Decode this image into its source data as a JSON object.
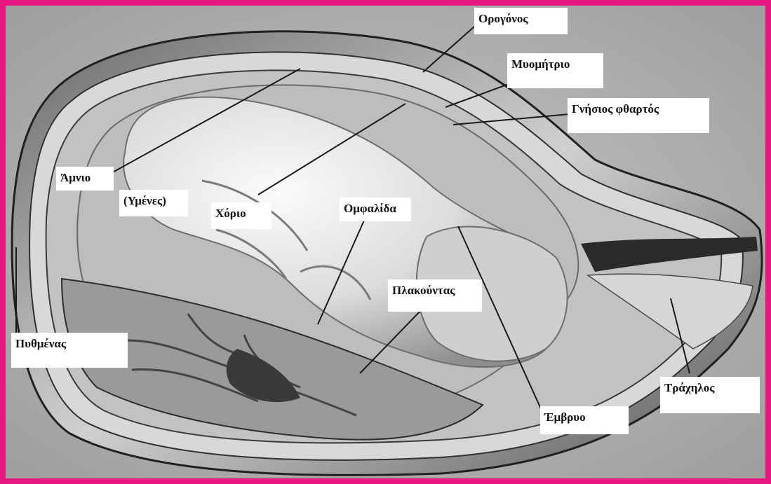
{
  "diagram": {
    "frame_color": "#e8177f",
    "labels": {
      "orogonos": "Ορογόνος",
      "myometrio": "Μυομήτριο",
      "gnisios_ftharto": "Γνήσιος φθαρτός",
      "amnio": "Άμνιο",
      "ymenes": "(Υμένες)",
      "chorio": "Χόριο",
      "omfalida": "Ομφαλίδα",
      "plakountas": "Πλακούντας",
      "pythmenas": "Πυθμένας",
      "trachilos": "Τράχηλος",
      "emvryo": "Έμβρυο"
    }
  }
}
